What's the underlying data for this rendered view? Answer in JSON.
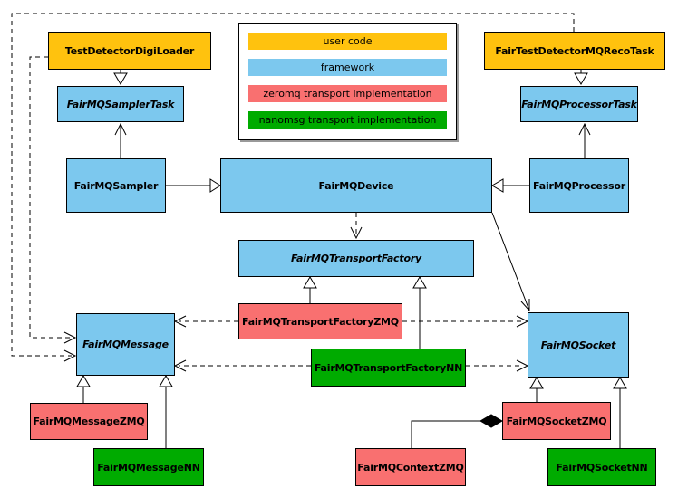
{
  "colors": {
    "user_code": "#FFC20E",
    "framework": "#7CC8EE",
    "zeromq": "#F97070",
    "nanomsg": "#00AB00",
    "border": "#000000",
    "shadow": "#999999"
  },
  "legend": {
    "items": [
      {
        "label": "user code",
        "color": "#FFC20E",
        "category": "user-code"
      },
      {
        "label": "framework",
        "color": "#7CC8EE",
        "category": "framework"
      },
      {
        "label": "zeromq transport implementation",
        "color": "#F97070",
        "category": "zeromq"
      },
      {
        "label": "nanomsg transport implementation",
        "color": "#00AB00",
        "category": "nanomsg"
      }
    ]
  },
  "nodes": {
    "testDetectorDigiLoader": {
      "label": "TestDetectorDigiLoader",
      "category": "user-code",
      "abstract": false
    },
    "fairTestDetectorMQRecoTask": {
      "label": "FairTestDetectorMQRecoTask",
      "category": "user-code",
      "abstract": false
    },
    "fairMQSamplerTask": {
      "label": "FairMQSamplerTask",
      "category": "framework",
      "abstract": true
    },
    "fairMQProcessorTask": {
      "label": "FairMQProcessorTask",
      "category": "framework",
      "abstract": true
    },
    "fairMQSampler": {
      "label": "FairMQSampler",
      "category": "framework",
      "abstract": false
    },
    "fairMQDevice": {
      "label": "FairMQDevice",
      "category": "framework",
      "abstract": false
    },
    "fairMQProcessor": {
      "label": "FairMQProcessor",
      "category": "framework",
      "abstract": false
    },
    "fairMQTransportFactory": {
      "label": "FairMQTransportFactory",
      "category": "framework",
      "abstract": true
    },
    "fairMQTransportFactoryZMQ": {
      "label": "FairMQTransportFactoryZMQ",
      "category": "zeromq",
      "abstract": false
    },
    "fairMQTransportFactoryNN": {
      "label": "FairMQTransportFactoryNN",
      "category": "nanomsg",
      "abstract": false
    },
    "fairMQMessage": {
      "label": "FairMQMessage",
      "category": "framework",
      "abstract": true
    },
    "fairMQSocket": {
      "label": "FairMQSocket",
      "category": "framework",
      "abstract": true
    },
    "fairMQMessageZMQ": {
      "label": "FairMQMessageZMQ",
      "category": "zeromq",
      "abstract": false
    },
    "fairMQMessageNN": {
      "label": "FairMQMessageNN",
      "category": "nanomsg",
      "abstract": false
    },
    "fairMQContextZMQ": {
      "label": "FairMQContextZMQ",
      "category": "zeromq",
      "abstract": false
    },
    "fairMQSocketZMQ": {
      "label": "FairMQSocketZMQ",
      "category": "zeromq",
      "abstract": false
    },
    "fairMQSocketNN": {
      "label": "FairMQSocketNN",
      "category": "nanomsg",
      "abstract": false
    }
  },
  "edges": [
    {
      "from": "TestDetectorDigiLoader",
      "to": "FairMQSamplerTask",
      "type": "generalization",
      "style": "solid"
    },
    {
      "from": "FairTestDetectorMQRecoTask",
      "to": "FairMQProcessorTask",
      "type": "generalization",
      "style": "solid"
    },
    {
      "from": "FairMQSampler",
      "to": "FairMQDevice",
      "type": "generalization",
      "style": "solid"
    },
    {
      "from": "FairMQProcessor",
      "to": "FairMQDevice",
      "type": "generalization",
      "style": "solid"
    },
    {
      "from": "FairMQSampler",
      "to": "FairMQSamplerTask",
      "type": "association",
      "style": "solid"
    },
    {
      "from": "FairMQProcessor",
      "to": "FairMQProcessorTask",
      "type": "association",
      "style": "solid"
    },
    {
      "from": "FairMQDevice",
      "to": "FairMQSocket",
      "type": "association",
      "style": "solid"
    },
    {
      "from": "FairMQDevice",
      "to": "FairMQTransportFactory",
      "type": "dependency",
      "style": "dashed"
    },
    {
      "from": "FairMQTransportFactoryZMQ",
      "to": "FairMQTransportFactory",
      "type": "generalization",
      "style": "solid"
    },
    {
      "from": "FairMQTransportFactoryNN",
      "to": "FairMQTransportFactory",
      "type": "generalization",
      "style": "solid"
    },
    {
      "from": "FairMQTransportFactoryZMQ",
      "to": "FairMQMessage",
      "type": "dependency",
      "style": "dashed"
    },
    {
      "from": "FairMQTransportFactoryZMQ",
      "to": "FairMQSocket",
      "type": "dependency",
      "style": "dashed"
    },
    {
      "from": "FairMQTransportFactoryNN",
      "to": "FairMQMessage",
      "type": "dependency",
      "style": "dashed"
    },
    {
      "from": "FairMQTransportFactoryNN",
      "to": "FairMQSocket",
      "type": "dependency",
      "style": "dashed"
    },
    {
      "from": "TestDetectorDigiLoader",
      "to": "FairMQMessage",
      "type": "dependency",
      "style": "dashed"
    },
    {
      "from": "FairTestDetectorMQRecoTask",
      "to": "FairMQMessage",
      "type": "dependency",
      "style": "dashed"
    },
    {
      "from": "FairMQMessageZMQ",
      "to": "FairMQMessage",
      "type": "generalization",
      "style": "solid"
    },
    {
      "from": "FairMQMessageNN",
      "to": "FairMQMessage",
      "type": "generalization",
      "style": "solid"
    },
    {
      "from": "FairMQSocketZMQ",
      "to": "FairMQSocket",
      "type": "generalization",
      "style": "solid"
    },
    {
      "from": "FairMQSocketNN",
      "to": "FairMQSocket",
      "type": "generalization",
      "style": "solid"
    },
    {
      "from": "FairMQContextZMQ",
      "to": "FairMQSocketZMQ",
      "type": "composition",
      "style": "solid"
    }
  ]
}
